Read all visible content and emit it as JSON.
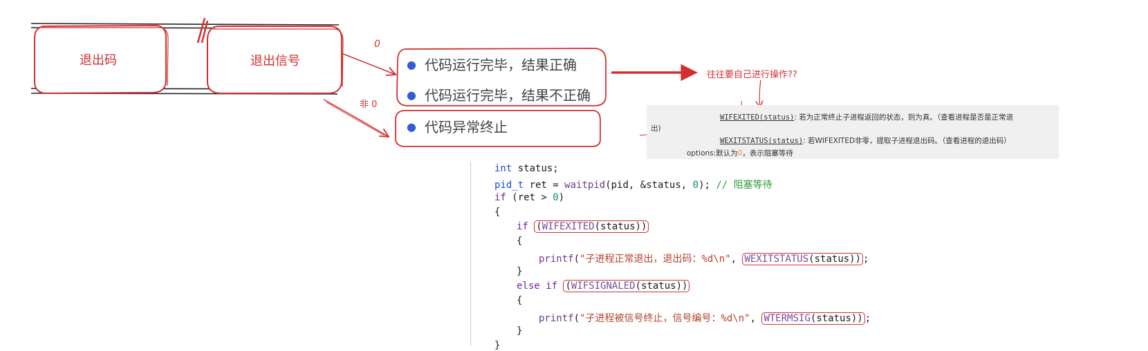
{
  "boxes": {
    "exit_code": "退出码",
    "exit_signal": "退出信号"
  },
  "labels": {
    "zero": "0",
    "nonzero": "非 0",
    "annotation": "往往要自己进行操作??",
    "chu": "出)"
  },
  "bullets": {
    "ok": "代码运行完毕，结果正确",
    "wrong": "代码运行完毕，结果不正确",
    "abnormal": "代码异常终止"
  },
  "doc": {
    "wifexited_name": "WIFEXITED(status)",
    "wifexited_desc": ": 若为正常终止子进程返回的状态，则为真。（查看进程是否是正常退",
    "wexitstatus_name": "WEXITSTATUS(status)",
    "wexitstatus_desc_a": ": 若WIFEXITED非零，",
    "wexitstatus_desc_b": "提取子进程退出码。",
    "wexitstatus_desc_c": "（查看进程的退出码）",
    "options_a": "options:默认为",
    "options_zero": "0",
    "options_b": "，表示阻塞等待"
  },
  "code": {
    "l1_type": "int",
    "l1_rest": " status;",
    "l2_type": "pid_t",
    "l2_a": " ret = ",
    "l2_fn": "waitpid",
    "l2_b": "(pid, &status, ",
    "l2_num": "0",
    "l2_c": "); ",
    "l2_comment": "// 阻塞等待",
    "l3_kw": "if",
    "l3_a": " (ret > ",
    "l3_num": "0",
    "l3_b": ")",
    "l4": "{",
    "l5_kw": "if",
    "l5_sp": " ",
    "l5_hl_a": "(",
    "l5_macro": "WIFEXITED",
    "l5_hl_b": "(status))",
    "l6": "{",
    "l7_fn": "printf",
    "l7_a": "(",
    "l7_str": "\"子进程正常退出，退出码：%d\\n\"",
    "l7_b": ", ",
    "l7_macro": "WEXITSTATUS",
    "l7_hl_b": "(status))",
    "l7_end": ";",
    "l8": "}",
    "l9_kw": "else if",
    "l9_sp": " ",
    "l9_hl_a": "(",
    "l9_macro": "WIFSIGNALED",
    "l9_hl_b": "(status))",
    "l10": "{",
    "l11_fn": "printf",
    "l11_a": "(",
    "l11_str": "\"子进程被信号终止，信号编号：%d\\n\"",
    "l11_b": ", ",
    "l11_macro": "WTERMSIG",
    "l11_hl_b": "(status))",
    "l11_end": ";",
    "l12": "}",
    "l13": "}"
  },
  "colors": {
    "annotation_red": "#d32f2f",
    "bullet_blue": "#2f5fd0",
    "keyword": "#7a1fa2",
    "type": "#1f4ad6",
    "comment": "#2e9b3a",
    "string": "#b5422c"
  }
}
